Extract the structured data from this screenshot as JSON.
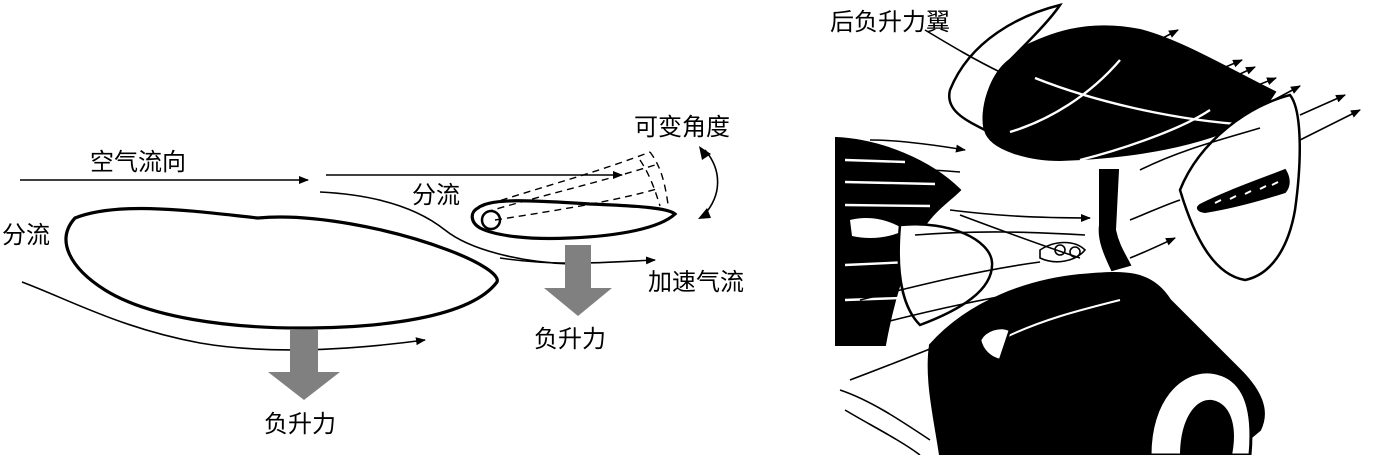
{
  "left_diagram": {
    "airflow_direction": "空气流向",
    "split_flow_left": "分流",
    "split_flow_mid": "分流",
    "variable_angle": "可变角度",
    "accelerated_airflow": "加速气流",
    "downforce_main": "负升力",
    "downforce_flap": "负升力"
  },
  "right_diagram": {
    "rear_wing": "后负升力翼"
  },
  "colors": {
    "line": "#000000",
    "downforce_arrow": "#808080",
    "background": "#ffffff"
  }
}
